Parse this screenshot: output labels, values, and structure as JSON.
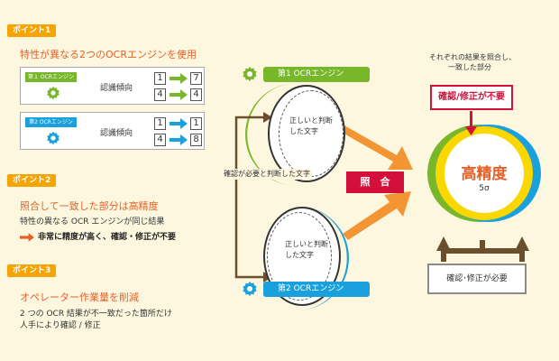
{
  "point1": {
    "badge": "ポイント1",
    "heading": "特性が異なる2つのOCRエンジンを使用",
    "engine1": {
      "label": "第１ OCRエンジン",
      "tendency": "認識傾向",
      "chars_in": [
        "1",
        "4"
      ],
      "chars_out": [
        "7",
        "4"
      ]
    },
    "engine2": {
      "label": "第2 OCRエンジン",
      "tendency": "認識傾向",
      "chars_in": [
        "1",
        "4"
      ],
      "chars_out": [
        "1",
        "8"
      ]
    }
  },
  "point2": {
    "badge": "ポイント2",
    "heading": "照合して一致した部分は高精度",
    "body": "特性の異なる OCR エンジンが同じ結果",
    "emphasis": "非常に精度が高く、確認・修正が不要"
  },
  "point3": {
    "badge": "ポイント3",
    "heading": "オペレーター作業量を削減",
    "body_line1": "2 つの OCR 結果が不一致だった箇所だけ",
    "body_line2": "人手により確認 / 修正"
  },
  "diagram": {
    "engine1_label": "第1 OCRエンジン",
    "engine2_label": "第2 OCRエンジン",
    "circle1_text_1": "正しいと判断",
    "circle1_text_2": "した文字",
    "circle2_text_1": "正しいと判断",
    "circle2_text_2": "した文字",
    "needs_check_label": "確認が必要と判断した文字",
    "collate_label": "照　合",
    "matched_caption_1": "それぞれの結果を照合し、",
    "matched_caption_2": "一致した部分",
    "no_fix_label": "確認/修正が不要",
    "high_precision": "高精度",
    "sigma": "5σ",
    "needs_fix_label": "確認･修正が必要"
  },
  "colors": {
    "orange": "#f5a400",
    "heading": "#e4622a",
    "green": "#79b72a",
    "blue": "#1aa0dc",
    "red": "#d3103b",
    "gray": "#8a8a8a",
    "brown": "#6b4f2c"
  },
  "icons": [
    "gear-icon",
    "arrow-right-icon"
  ]
}
